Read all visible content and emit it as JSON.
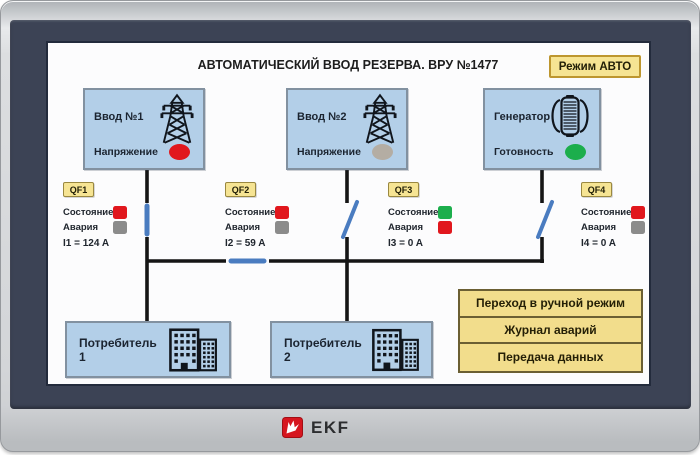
{
  "device": {
    "brand": "EKF"
  },
  "header": {
    "title": "АВТОМАТИЧЕСКИЙ ВВОД РЕЗЕРВА. ВРУ №1477",
    "mode_badge": "Режим АВТО"
  },
  "sources": [
    {
      "name": "Ввод №1",
      "icon": "power-tower-icon",
      "param_label": "Напряжение",
      "lamp_color": "#e1171d",
      "lamp_state": "voltage-present"
    },
    {
      "name": "Ввод №2",
      "icon": "power-tower-icon",
      "param_label": "Напряжение",
      "lamp_color": "#b4ada3",
      "lamp_state": "voltage-absent"
    },
    {
      "name": "Генератор",
      "icon": "generator-icon",
      "param_label": "Готовность",
      "lamp_color": "#1cae4c",
      "lamp_state": "ready"
    }
  ],
  "breakers": [
    {
      "id": "QF1",
      "state_label": "Состояние",
      "state_color": "#e1171d",
      "alarm_label": "Авария",
      "alarm_color": "#8b8b8b",
      "current": "I1 = 124 A",
      "position": "closed"
    },
    {
      "id": "QF2",
      "state_label": "Состояние",
      "state_color": "#e1171d",
      "alarm_label": "Авария",
      "alarm_color": "#8b8b8b",
      "current": "I2 = 59 A",
      "position": "closed"
    },
    {
      "id": "QF3",
      "state_label": "Состояние",
      "state_color": "#1cae4c",
      "alarm_label": "Авария",
      "alarm_color": "#e1171d",
      "current": "I3 = 0 A",
      "position": "open"
    },
    {
      "id": "QF4",
      "state_label": "Состояние",
      "state_color": "#e1171d",
      "alarm_label": "Авария",
      "alarm_color": "#8b8b8b",
      "current": "I4 = 0 A",
      "position": "open"
    }
  ],
  "consumers": [
    {
      "name": "Потребитель 1"
    },
    {
      "name": "Потребитель 2"
    }
  ],
  "buttons": [
    {
      "label": "Переход в ручной режим"
    },
    {
      "label": "Журнал аварий"
    },
    {
      "label": "Передача данных"
    }
  ],
  "palette": {
    "panel_blue": "#b3cfe8",
    "accent_yellow": "#f6e493",
    "wire_black": "#151515",
    "wire_blue": "#4a7cc0",
    "bezel_dark": "#3c4355"
  }
}
